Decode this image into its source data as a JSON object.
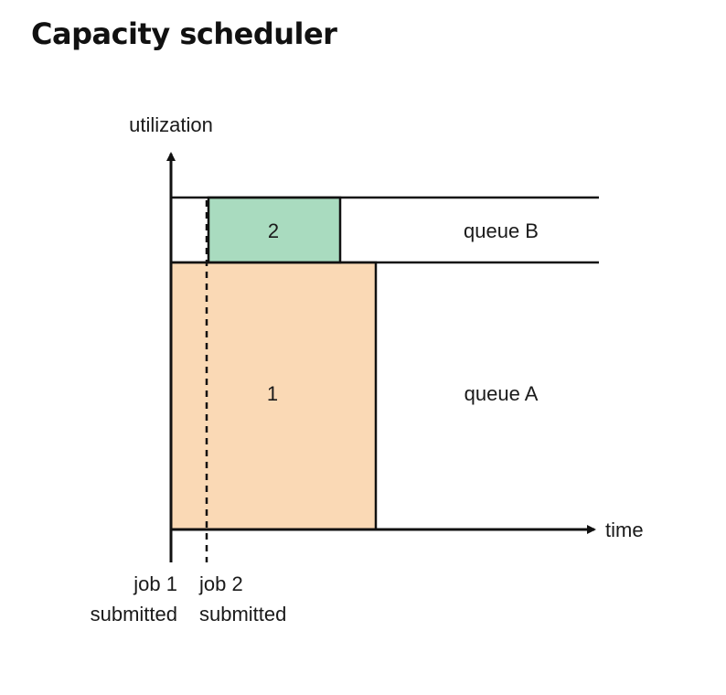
{
  "title": "Capacity scheduler",
  "diagram": {
    "y_axis_label": "utilization",
    "x_axis_label": "time",
    "queue_b_label": "queue B",
    "queue_a_label": "queue A",
    "job1_box_label": "1",
    "job2_box_label": "2",
    "job1_marker_line1": "job 1",
    "job1_marker_line2": "submitted",
    "job2_marker_line1": "job 2",
    "job2_marker_line2": "submitted",
    "colors": {
      "job1_fill": "#fad9b5",
      "job2_fill": "#a9dbbf",
      "line": "#111111"
    }
  }
}
